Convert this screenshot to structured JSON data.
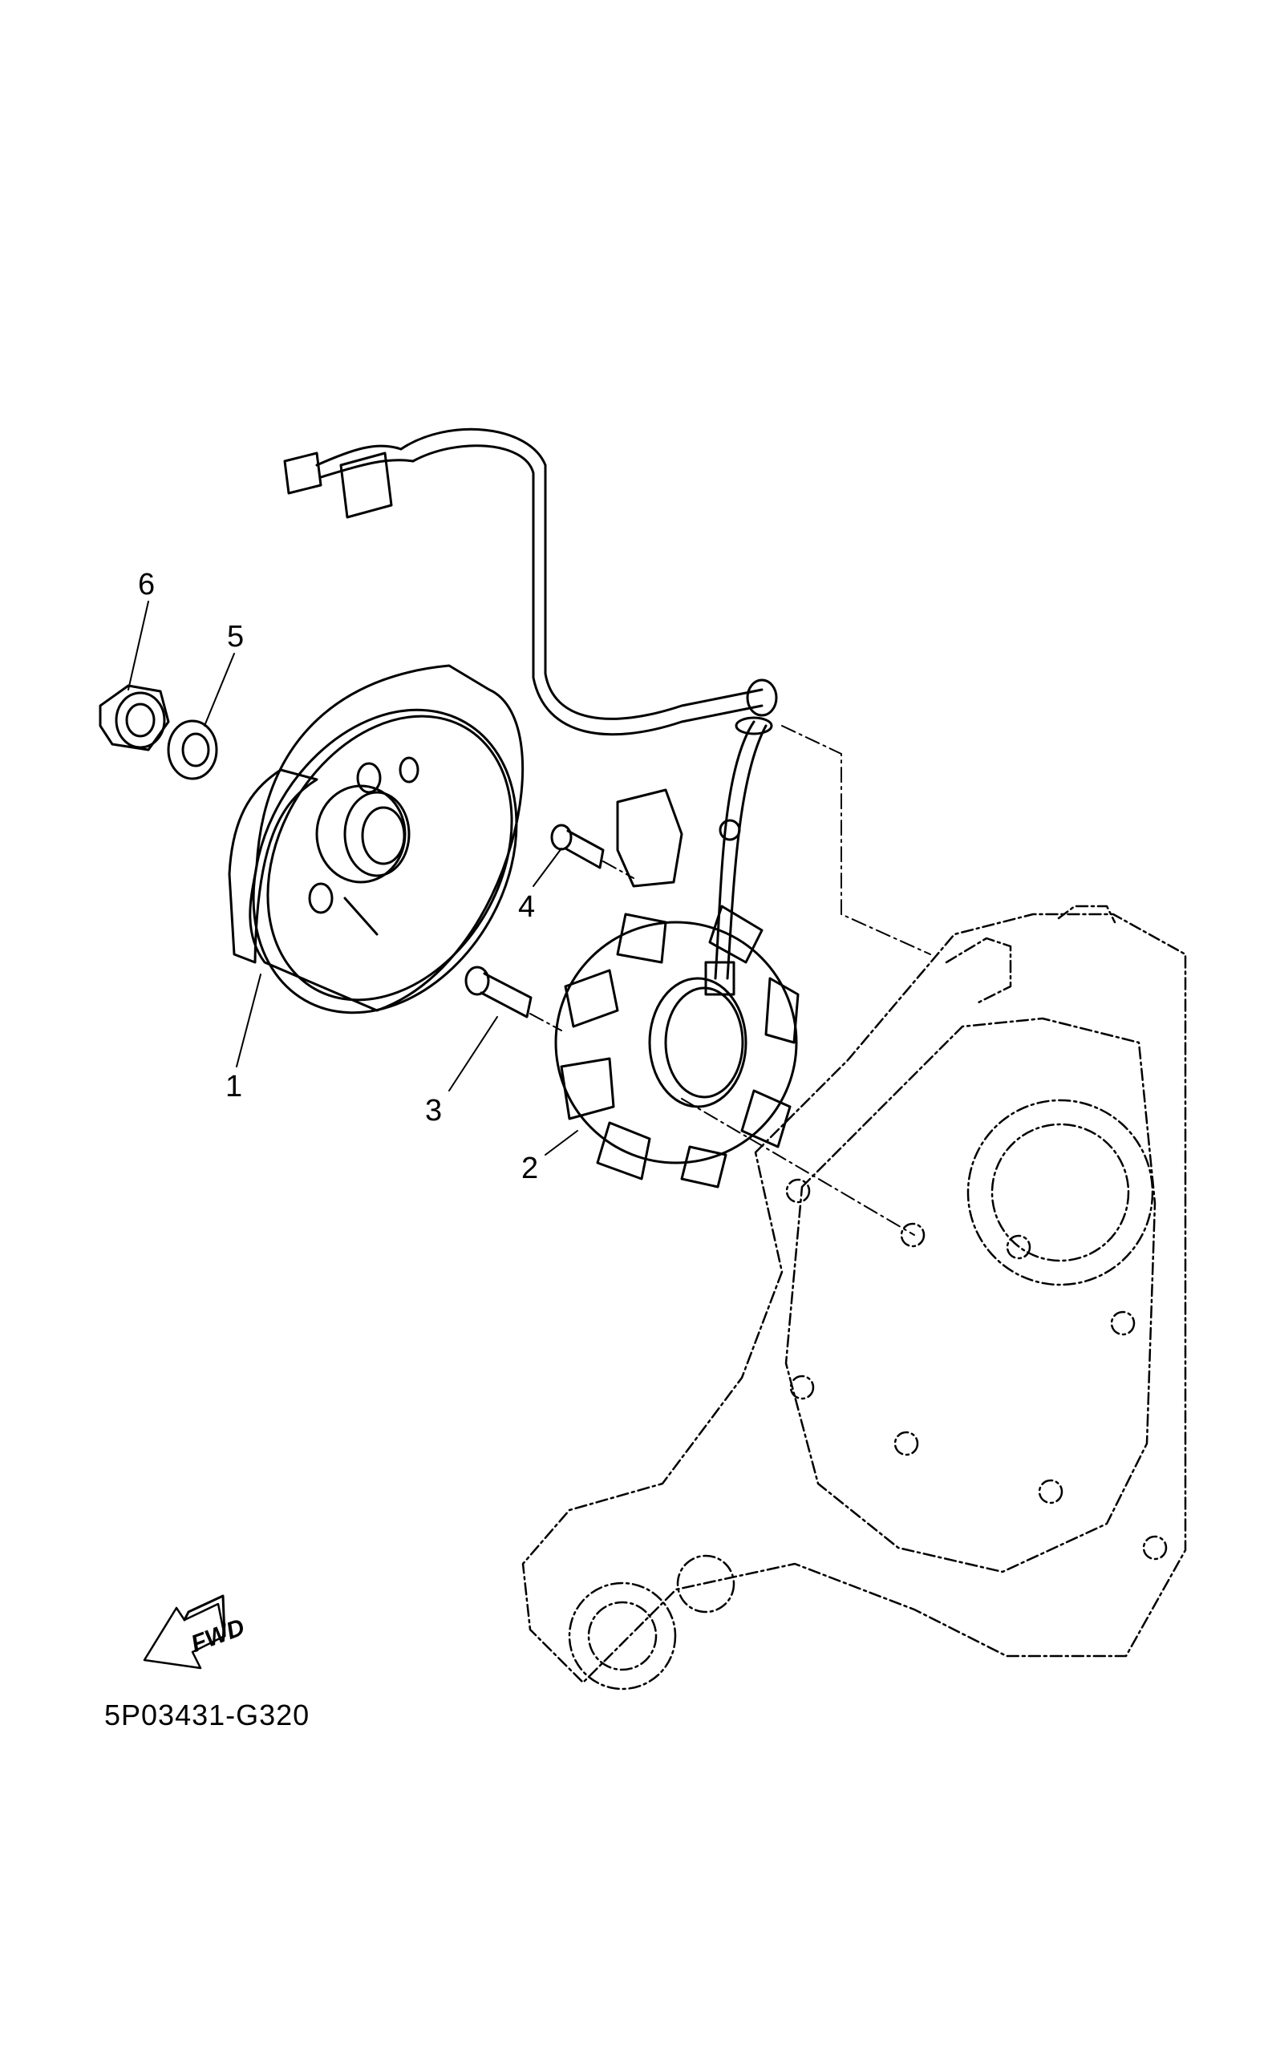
{
  "diagram": {
    "callouts": [
      {
        "number": "1",
        "part": "flywheel-rotor"
      },
      {
        "number": "2",
        "part": "stator-assembly"
      },
      {
        "number": "3",
        "part": "bolt"
      },
      {
        "number": "4",
        "part": "screw"
      },
      {
        "number": "5",
        "part": "washer"
      },
      {
        "number": "6",
        "part": "nut"
      }
    ],
    "direction_marker": "FWD",
    "drawing_code": "5P03431-G320"
  }
}
